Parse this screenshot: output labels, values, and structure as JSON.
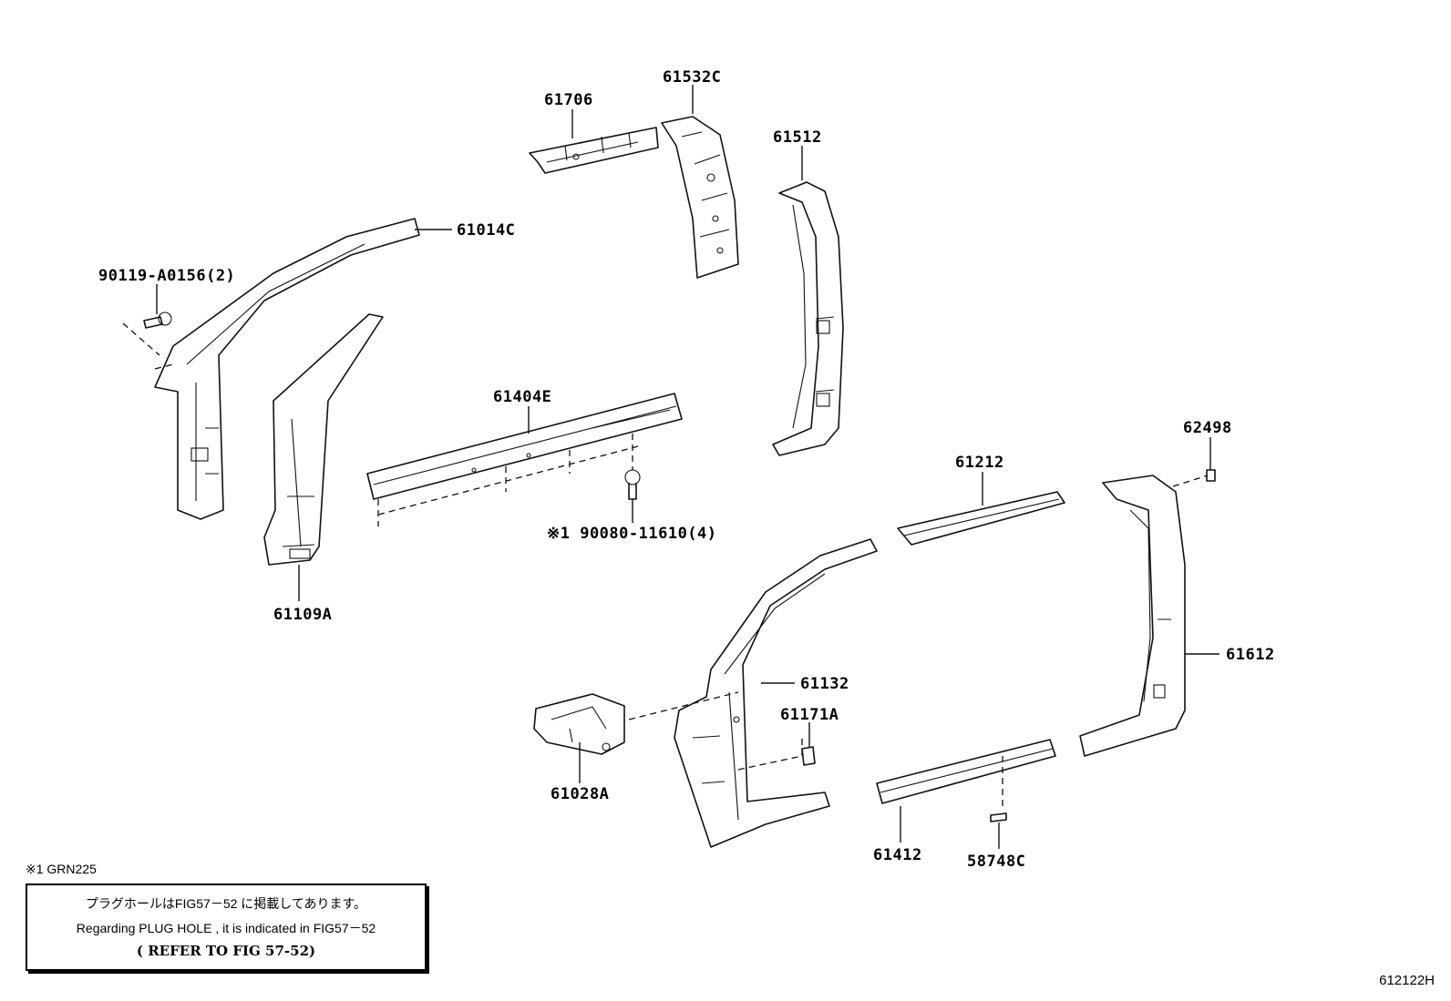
{
  "parts": {
    "p61706": "61706",
    "p61532C": "61532C",
    "p61512": "61512",
    "p61014C": "61014C",
    "p90119": "90119-A0156(2)",
    "p61404E": "61404E",
    "p90080": "※1 90080-11610(4)",
    "p61109A": "61109A",
    "p62498": "62498",
    "p61212": "61212",
    "p61612": "61612",
    "p61132": "61132",
    "p61171A": "61171A",
    "p61028A": "61028A",
    "p61412": "61412",
    "p58748C": "58748C"
  },
  "note": {
    "footnote": "※1 GRN225",
    "line1": "プラグホールはFIG57－52 に掲載してあります。",
    "line2": "Regarding PLUG HOLE , it is indicated in FIG57－52",
    "line3": "( REFER TO FIG 57-52)"
  },
  "figure_id": "612122H"
}
